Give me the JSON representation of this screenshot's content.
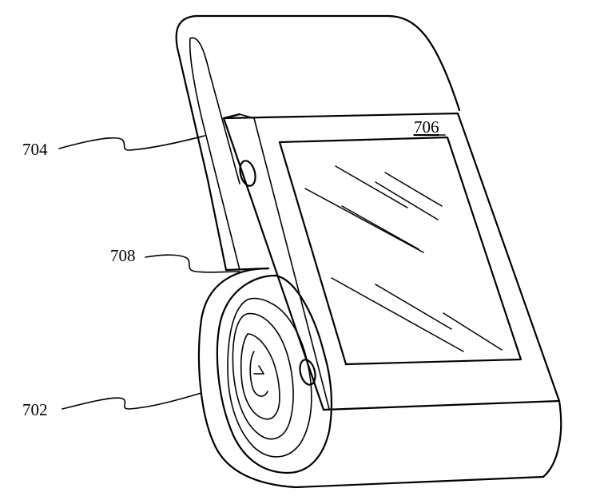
{
  "figure": {
    "labels": {
      "band": "704",
      "display": "706",
      "hinge": "708",
      "roll": "702"
    }
  }
}
